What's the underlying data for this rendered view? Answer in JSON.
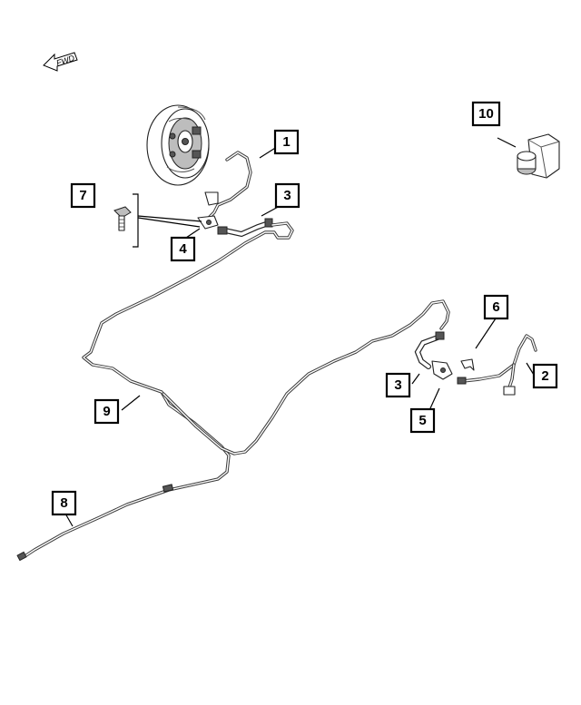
{
  "fwd_indicator": {
    "text": "FWD"
  },
  "callouts": [
    {
      "id": "c1",
      "text": "1"
    },
    {
      "id": "c2",
      "text": "2"
    },
    {
      "id": "c3a",
      "text": "3"
    },
    {
      "id": "c3b",
      "text": "3"
    },
    {
      "id": "c4",
      "text": "4"
    },
    {
      "id": "c5",
      "text": "5"
    },
    {
      "id": "c6",
      "text": "6"
    },
    {
      "id": "c7",
      "text": "7"
    },
    {
      "id": "c8",
      "text": "8"
    },
    {
      "id": "c9",
      "text": "9"
    },
    {
      "id": "c10",
      "text": "10"
    }
  ]
}
